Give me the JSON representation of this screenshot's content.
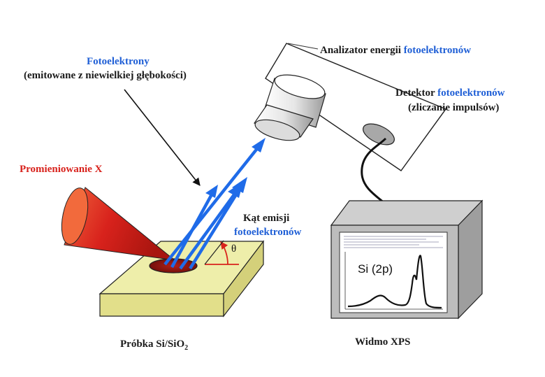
{
  "labels": {
    "photoelectrons": "Fotoelektrony",
    "photoelectrons_depth": "(emitowane z niewielkiej głębokości)",
    "analyzer_prefix": "Analizator energii ",
    "analyzer_highlight": "fotoelektronów",
    "detector_prefix": "Detektor ",
    "detector_highlight": "fotoelektronów",
    "detector_counting": "(zliczanie impulsów)",
    "xray": "Promieniowanie X",
    "emission_angle_line1": "Kąt emisji",
    "emission_angle_line2": "fotoelektronów",
    "theta": "θ",
    "sample_prefix": "Próbka Si/SiO",
    "sample_subscript": "2",
    "spectrum_title": "Widmo XPS",
    "peak_label": "Si (2p)"
  },
  "colors": {
    "text": "#1a1a1a",
    "blue": "#1f5fd6",
    "red": "#d8221c",
    "cone_red": "#e8321e",
    "sample_top": "#eeeeaa",
    "sample_side": "#e2df8a",
    "monitor_gray": "#bdbdbd",
    "arrow_blue": "#1f6be8"
  },
  "icons": {
    "angle": "theta-angle-icon",
    "cable": "detector-cable-icon"
  }
}
